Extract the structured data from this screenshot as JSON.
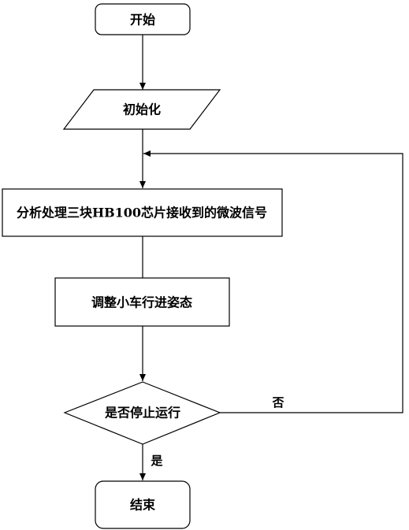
{
  "diagram": {
    "nodes": {
      "start": "开始",
      "init": "初始化",
      "analyze": "分析处理三块HB100芯片接收到的微波信号",
      "adjust": "调整小车行进姿态",
      "decide": "是否停止运行",
      "end": "结束"
    },
    "edge_labels": {
      "no": "否",
      "yes": "是"
    }
  }
}
